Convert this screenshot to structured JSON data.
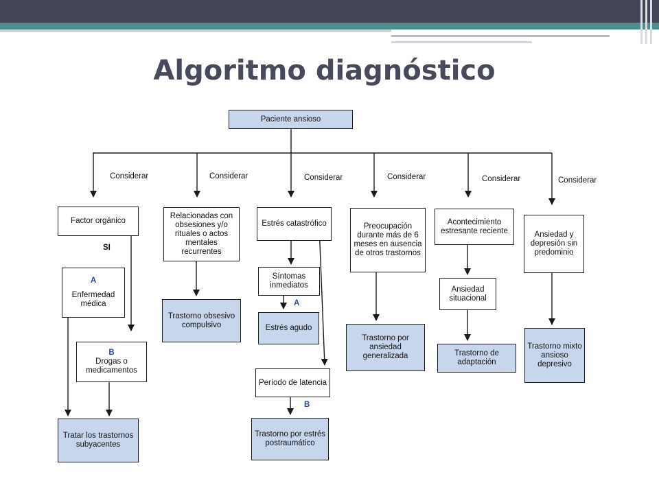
{
  "title": "Algoritmo diagnóstico",
  "root": "Paciente ansioso",
  "consider": "Considerar",
  "si": "SI",
  "letter_a": "A",
  "letter_b": "B",
  "col1": {
    "factor": "Factor orgánico",
    "enfermedad": "Enfermedad médica",
    "drogas": "Drogas o medicamentos",
    "tratar": "Tratar los trastornos subyacentes"
  },
  "col2": {
    "relacionadas": "Relacionadas con obsesiones y/o rituales o actos mentales recurrentes",
    "toc": "Trastorno obsesivo compulsivo"
  },
  "col3": {
    "estres": "Estrés catastrófico",
    "sintomas": "Síntomas inmediatos",
    "agudo": "Estrés agudo",
    "periodo": "Período de latencia",
    "tept": "Trastorno por estrés postraumático"
  },
  "col4": {
    "preocupacion": "Preocupación durante más de 6 meses en ausencia de otros trastornos",
    "tag": "Trastorno por ansiedad generalizada"
  },
  "col5": {
    "acontecimiento": "Acontecimiento estresante reciente",
    "situacional": "Ansiedad situacional",
    "adaptacion": "Trastorno de adaptación"
  },
  "col6": {
    "mixta": "Ansiedad y depresión sin predominio",
    "mixto": "Trastorno mixto ansioso depresivo"
  }
}
